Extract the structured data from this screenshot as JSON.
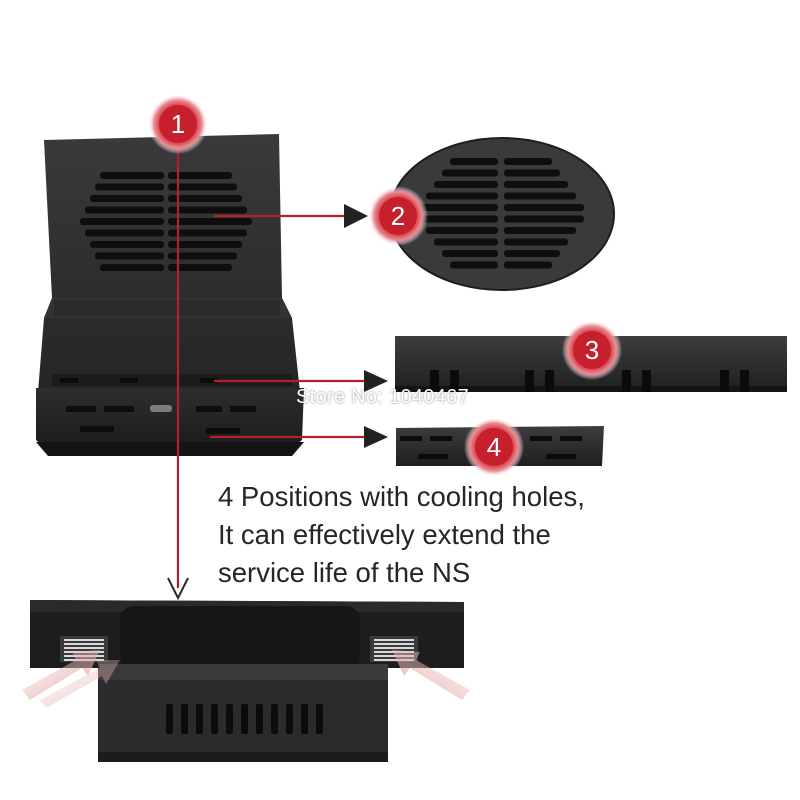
{
  "badges": [
    "1",
    "2",
    "3",
    "4"
  ],
  "watermark": "Store No: 1040467",
  "caption": {
    "line1": "4 Positions with cooling holes,",
    "line2": "It can effectively extend the",
    "line3": "service life of the NS"
  },
  "colors": {
    "badge_fill": "#c5202c",
    "arrow_red": "#b3202a",
    "device_dark": "#2c2c2e",
    "device_darker": "#1b1b1c"
  }
}
